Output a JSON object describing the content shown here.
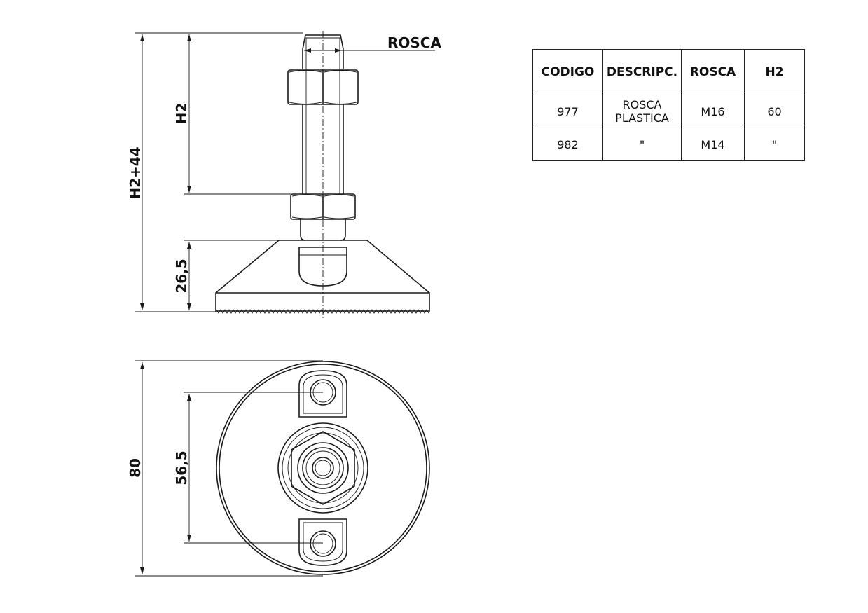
{
  "drawing": {
    "labels": {
      "thread": "ROSCA",
      "total_height": "H2+44",
      "stem_height": "H2",
      "base_height": "26,5",
      "diameter": "80",
      "hole_spacing": "56,5"
    }
  },
  "table": {
    "headers": [
      "CODIGO",
      "DESCRIPC.",
      "ROSCA",
      "H2"
    ],
    "rows": [
      {
        "code": "977",
        "description": "ROSCA PLASTICA",
        "thread": "M16",
        "h2": "60"
      },
      {
        "code": "982",
        "description": "\"",
        "thread": "M14",
        "h2": "\""
      }
    ]
  }
}
